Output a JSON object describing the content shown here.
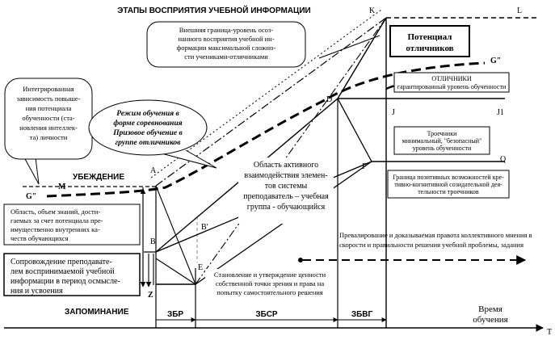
{
  "title": "ЭТАПЫ ВОСПРИЯТИЯ УЧЕБНОЙ ИНФОРМАЦИИ",
  "points": {
    "K": "K",
    "L": "L",
    "D": "D",
    "J": "J",
    "J1": "J1",
    "Q": "Q",
    "F": "F",
    "A": "A",
    "M": "M",
    "B": "B",
    "B2": "B′",
    "E": "E",
    "Z": "Z",
    "T": "T",
    "G_left": "G″",
    "G_right": "G″"
  },
  "labels": {
    "ubezhdenie": "УБЕЖДЕНИЕ",
    "zapominanie": "ЗАПОМИНАНИЕ",
    "time": [
      "Время",
      "обучения"
    ],
    "stage_zbr": "ЗБР",
    "stage_zbsr": "ЗБСР",
    "stage_zbvg": "ЗБВГ"
  },
  "boxes": {
    "potential": [
      "Потенциал",
      "отличников"
    ],
    "otlichniki": [
      "ОТЛИЧНИКИ",
      "гарантированный уровень обученности"
    ],
    "troechniki": [
      "Троечники",
      "минимальный, \"безопасный\"",
      "уровень обученности"
    ],
    "granitsa": [
      "Граница позитивных возможностей кре-",
      "тивно-когнитивной созидательной дея-",
      "тельности троечников"
    ],
    "oblast_znaniy": [
      "Область, объем знаний, дости-",
      "гаемых за счет потенциала пре-",
      "имущественно внутренних ка-",
      "честв обучающихся"
    ],
    "soprovozhdenie": [
      "Сопровождение преподавате-",
      "лем воспринимаемой учебной",
      "информации в период осмысле-",
      "ния и усвоения"
    ]
  },
  "callouts": {
    "outer_boundary": [
      "Внешняя граница-уровень осоз-",
      "нанного восприятия учебной ин-",
      "формации максимальной сложно-",
      "сти учениками-отличниками"
    ],
    "integrated": [
      "Интегрированная",
      "зависимость повыше-",
      "ния потенциала",
      "обученности (ста-",
      "новления интеллек-",
      "та) личности"
    ],
    "regime": [
      "Режим обучения в",
      "форме соревнования",
      "Призовое обучение в",
      "группе отличников"
    ]
  },
  "texts": {
    "active_area": [
      "Область активного",
      "взаимодействия элемен-",
      "тов системы",
      "преподаватель – учебная",
      "группа - обучающийся"
    ],
    "prevalence": [
      "Превалирование и доказываемая правота коллективного мнения в",
      "скорости и правильности решения учебной проблемы, задания"
    ],
    "stanovlenie": [
      "Становление и утверждение ценности",
      "собственной точки зрения и права на",
      "попытку самостоятельного решения"
    ]
  }
}
